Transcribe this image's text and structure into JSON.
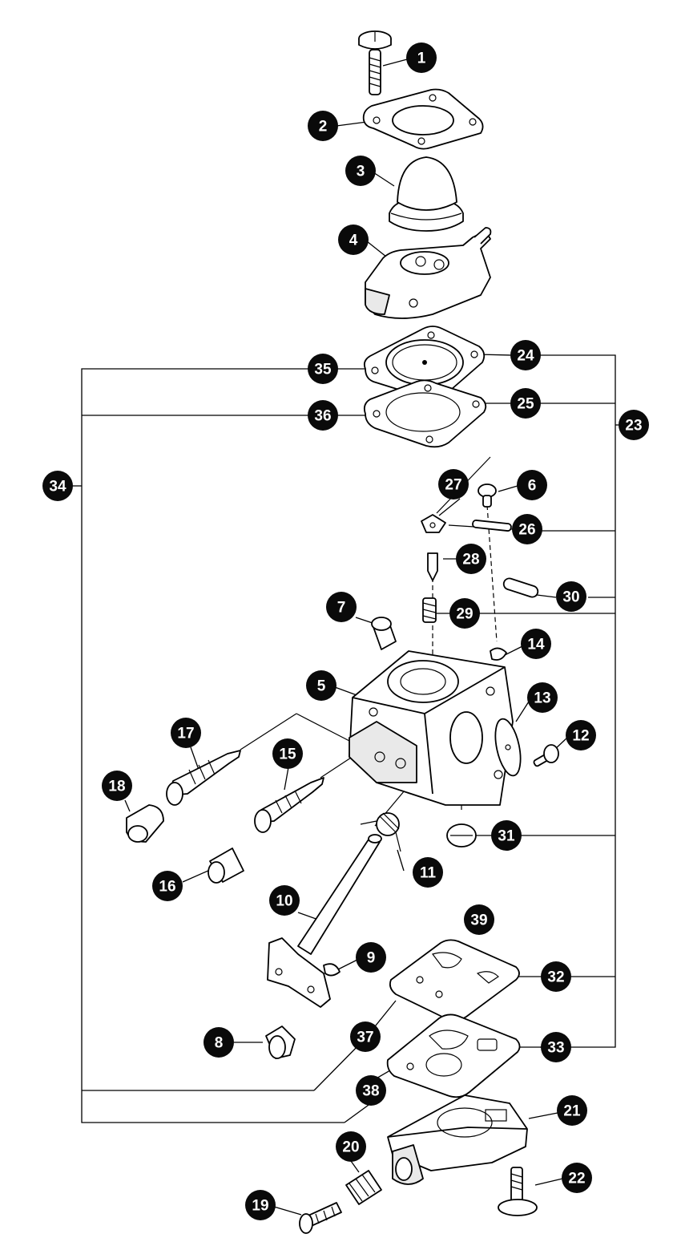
{
  "diagram": {
    "callouts": [
      {
        "n": "1"
      },
      {
        "n": "2"
      },
      {
        "n": "3"
      },
      {
        "n": "4"
      },
      {
        "n": "5"
      },
      {
        "n": "6"
      },
      {
        "n": "7"
      },
      {
        "n": "8"
      },
      {
        "n": "9"
      },
      {
        "n": "10"
      },
      {
        "n": "11"
      },
      {
        "n": "12"
      },
      {
        "n": "13"
      },
      {
        "n": "14"
      },
      {
        "n": "15"
      },
      {
        "n": "16"
      },
      {
        "n": "17"
      },
      {
        "n": "18"
      },
      {
        "n": "19"
      },
      {
        "n": "20"
      },
      {
        "n": "21"
      },
      {
        "n": "22"
      },
      {
        "n": "23"
      },
      {
        "n": "24"
      },
      {
        "n": "25"
      },
      {
        "n": "26"
      },
      {
        "n": "27"
      },
      {
        "n": "28"
      },
      {
        "n": "29"
      },
      {
        "n": "30"
      },
      {
        "n": "31"
      },
      {
        "n": "32"
      },
      {
        "n": "33"
      },
      {
        "n": "34"
      },
      {
        "n": "35"
      },
      {
        "n": "36"
      },
      {
        "n": "37"
      },
      {
        "n": "38"
      },
      {
        "n": "39"
      }
    ]
  }
}
